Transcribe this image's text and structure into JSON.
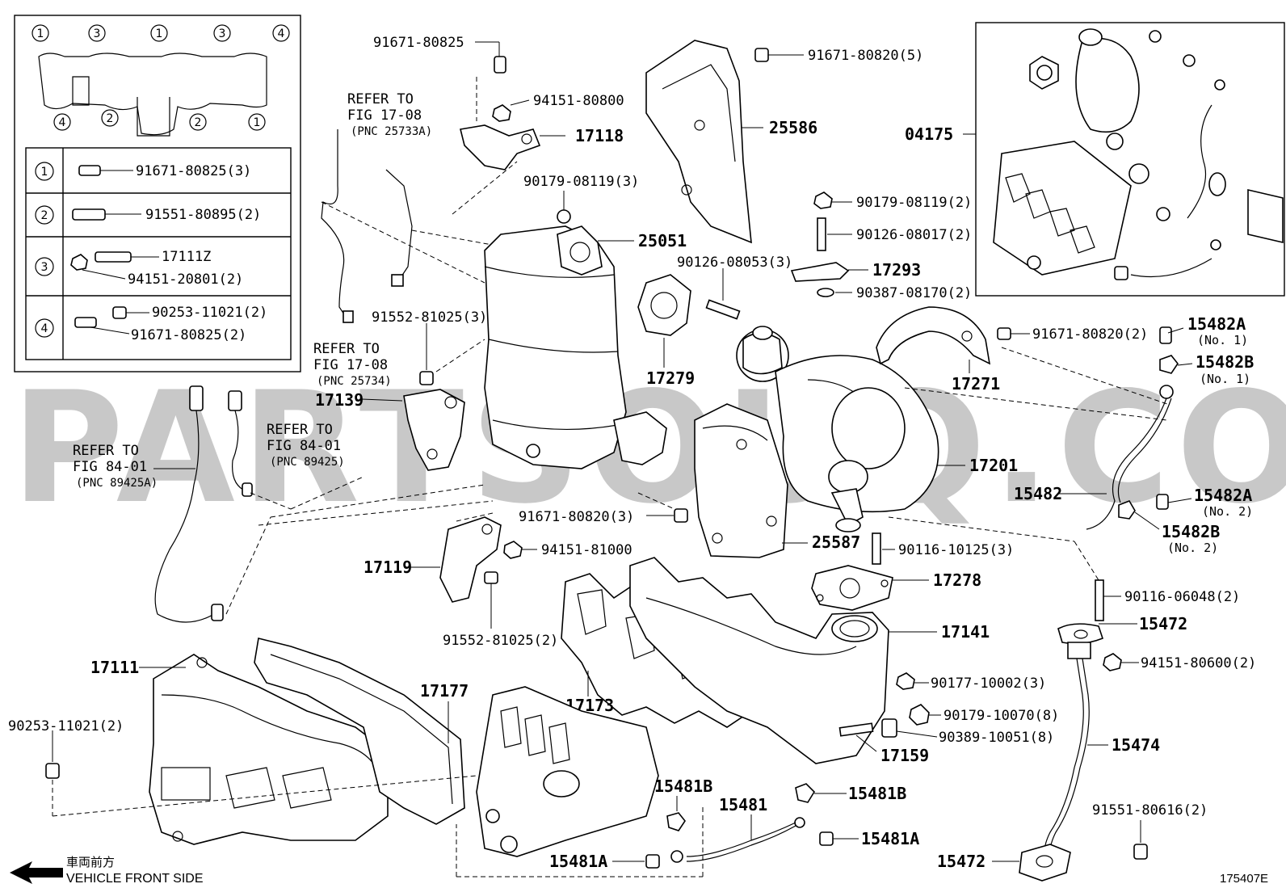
{
  "legend_table": {
    "manifold_markers": [
      "1",
      "3",
      "1",
      "3",
      "4",
      "4",
      "2",
      "2",
      "1"
    ],
    "rows": [
      {
        "marker": "1",
        "text": "91671-80825(3)"
      },
      {
        "marker": "2",
        "text": "91551-80895(2)"
      },
      {
        "marker": "3",
        "text": "17111Z",
        "text2": "94151-20801(2)"
      },
      {
        "marker": "4",
        "text": "90253-11021(2)",
        "text2": "91671-80825(2)"
      }
    ]
  },
  "refs": {
    "r1": [
      "REFER TO",
      "FIG 17-08",
      "(PNC 25733A)"
    ],
    "r2": [
      "REFER TO",
      "FIG 17-08",
      "(PNC 25734)"
    ],
    "r3": [
      "REFER TO",
      "FIG 84-01",
      "(PNC 89425)"
    ],
    "r4": [
      "REFER TO",
      "FIG 84-01",
      "(PNC 89425A)"
    ]
  },
  "labels": {
    "p91671_80825": "91671-80825",
    "p94151_80800": "94151-80800",
    "p17118": "17118",
    "p90179_08119_3": "90179-08119(3)",
    "p25051": "25051",
    "p91671_80820_5": "91671-80820(5)",
    "p25586": "25586",
    "p04175": "04175",
    "p90179_08119_2": "90179-08119(2)",
    "p90126_08017_2": "90126-08017(2)",
    "p90126_08053_3": "90126-08053(3)",
    "p17293": "17293",
    "p90387_08170_2": "90387-08170(2)",
    "p91552_81025_3": "91552-81025(3)",
    "p17279": "17279",
    "p17271": "17271",
    "p91671_80820_2": "91671-80820(2)",
    "p15482A_1": "15482A",
    "p15482A_1_sub": "(No. 1)",
    "p15482B_1": "15482B",
    "p15482B_1_sub": "(No. 1)",
    "p17139": "17139",
    "p17201": "17201",
    "p15482": "15482",
    "p15482A_2": "15482A",
    "p15482A_2_sub": "(No. 2)",
    "p15482B_2": "15482B",
    "p15482B_2_sub": "(No. 2)",
    "p91671_80820_3": "91671-80820(3)",
    "p94151_81000": "94151-81000",
    "p25587": "25587",
    "p90116_10125_3": "90116-10125(3)",
    "p17119": "17119",
    "p17278": "17278",
    "p90116_06048_2": "90116-06048(2)",
    "p91552_81025_2": "91552-81025(2)",
    "p15472a": "15472",
    "p17141": "17141",
    "p94151_80600_2": "94151-80600(2)",
    "p90177_10002_3": "90177-10002(3)",
    "p17111": "17111",
    "p17177": "17177",
    "p17173": "17173",
    "p90179_10070_8": "90179-10070(8)",
    "p90389_10051_8": "90389-10051(8)",
    "p15474": "15474",
    "p90253_11021_2": "90253-11021(2)",
    "p17159": "17159",
    "p15481B_a": "15481B",
    "p15481": "15481",
    "p15481B_b": "15481B",
    "p91551_80616_2": "91551-80616(2)",
    "p15481A_a": "15481A",
    "p15481A_b": "15481A",
    "p15472b": "15472"
  },
  "watermark": "PARTSOUQ.COM",
  "footer": {
    "jp": "車両前方",
    "en": "VEHICLE FRONT SIDE",
    "code": "175407E"
  }
}
